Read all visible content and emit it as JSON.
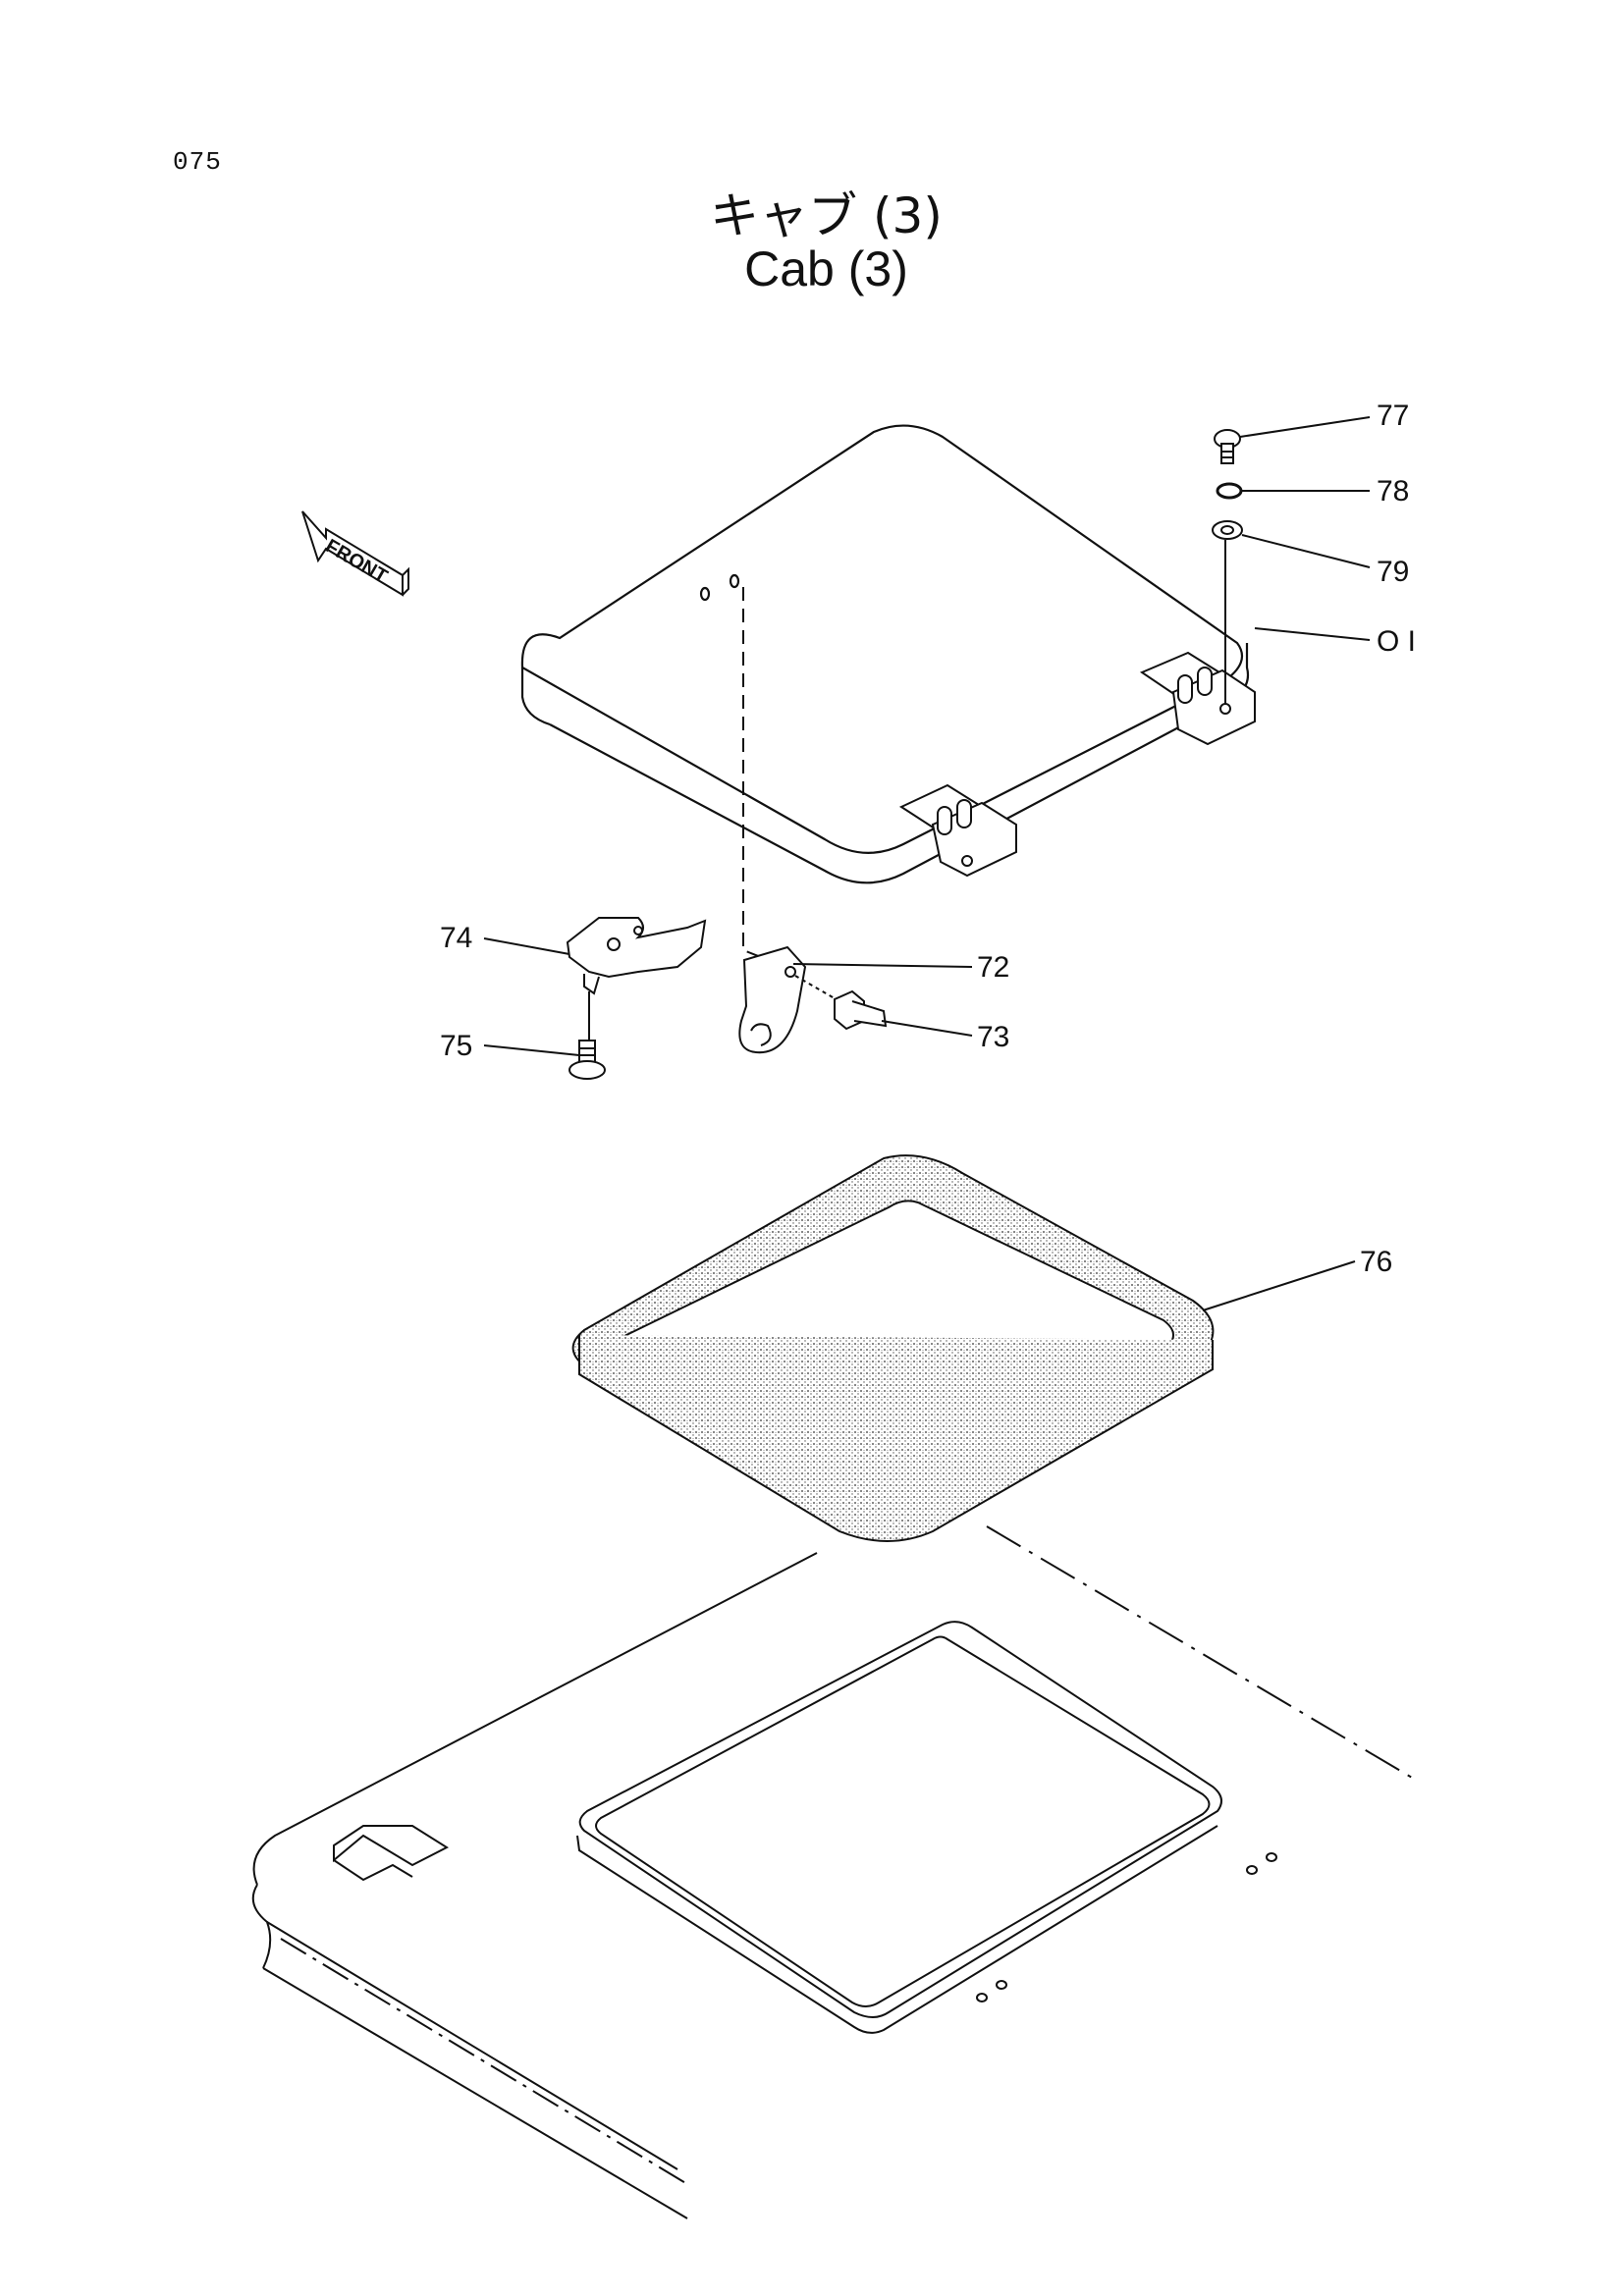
{
  "page_number": "075",
  "title": {
    "japanese": "キャブ (3)",
    "english": "Cab (3)"
  },
  "front_indicator": "FRONT",
  "callouts": [
    {
      "id": "c77",
      "label": "77"
    },
    {
      "id": "c78",
      "label": "78"
    },
    {
      "id": "c79",
      "label": "79"
    },
    {
      "id": "c01",
      "label": "O I"
    },
    {
      "id": "c74",
      "label": "74"
    },
    {
      "id": "c72",
      "label": "72"
    },
    {
      "id": "c75",
      "label": "75"
    },
    {
      "id": "c73",
      "label": "73"
    },
    {
      "id": "c76",
      "label": "76"
    }
  ]
}
